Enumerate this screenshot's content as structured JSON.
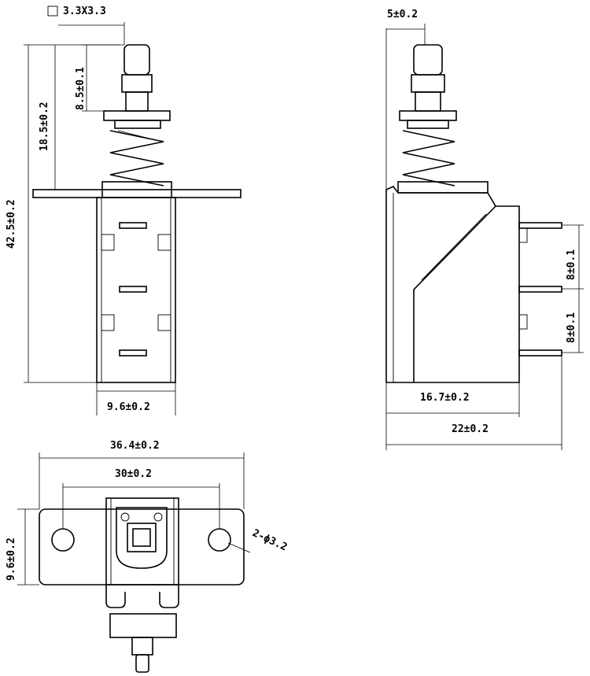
{
  "labels": {
    "square_pin": "3.3X3.3",
    "top_width": "5±0.2",
    "stem_height": "8.5±0.1",
    "upper_height": "18.5±0.2",
    "total_height": "42.5±0.2",
    "body_width_front": "9.6±0.2",
    "pin_pitch_1": "8±0.1",
    "pin_pitch_2": "8±0.1",
    "body_depth": "16.7±0.2",
    "total_depth": "22±0.2",
    "flange_length": "36.4±0.2",
    "hole_spacing": "30±0.2",
    "flange_height": "9.6±0.2",
    "holes": "2-ϕ3.2"
  },
  "colors": {
    "stroke": "#000000",
    "background": "#ffffff"
  }
}
